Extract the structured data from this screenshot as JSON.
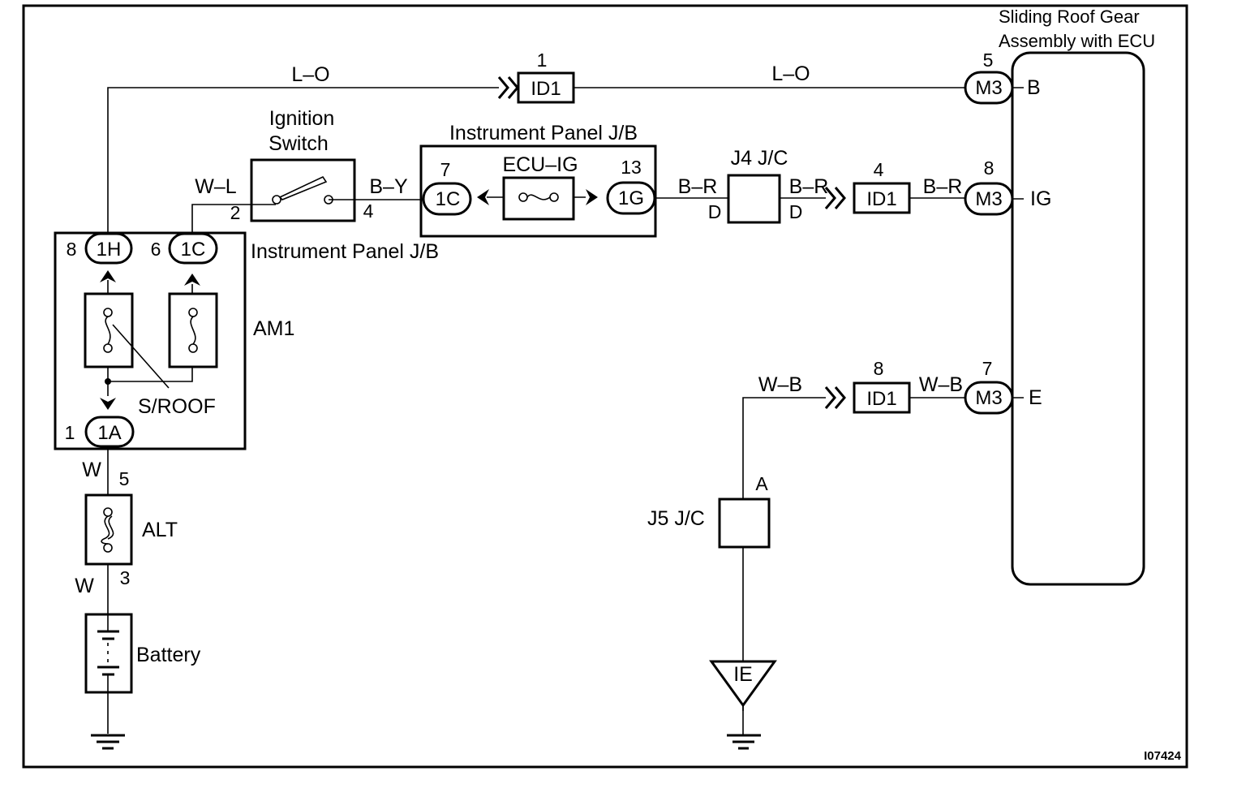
{
  "diagram_id": "I07424",
  "components": {
    "ecu": {
      "title_line1": "Sliding Roof Gear",
      "title_line2": "Assembly with ECU",
      "terminal_b": "B",
      "terminal_ig": "IG",
      "terminal_e": "E"
    },
    "ignition_switch": {
      "line1": "Ignition",
      "line2": "Switch",
      "pin_in": "2",
      "pin_out": "4"
    },
    "ipjb_top": {
      "label": "Instrument Panel J/B",
      "fuse": "ECU–IG",
      "conn_left": "1C",
      "pin_left": "7",
      "conn_right": "1G",
      "pin_right": "13"
    },
    "ipjb_left": {
      "label": "Instrument Panel J/B",
      "conn_1h": "1H",
      "pin_1h": "8",
      "conn_1c": "1C",
      "pin_1c": "6",
      "conn_1a": "1A",
      "pin_1a": "1",
      "fuse_am1": "AM1",
      "fuse_sroof": "S/ROOF"
    },
    "j4": {
      "label": "J4 J/C",
      "pin_in": "D",
      "pin_out": "D"
    },
    "j5": {
      "label": "J5 J/C",
      "pin": "A"
    },
    "alt": {
      "label": "ALT",
      "pin_top": "5",
      "pin_bottom": "3"
    },
    "battery": {
      "label": "Battery"
    },
    "ground_ie": {
      "label": "IE"
    }
  },
  "connectors": {
    "id1_b": {
      "label": "ID1",
      "pin": "1"
    },
    "id1_ig": {
      "label": "ID1",
      "pin": "4"
    },
    "id1_e": {
      "label": "ID1",
      "pin": "8"
    },
    "m3_b": {
      "label": "M3",
      "pin": "5"
    },
    "m3_ig": {
      "label": "M3",
      "pin": "8"
    },
    "m3_e": {
      "label": "M3",
      "pin": "7"
    }
  },
  "wires": {
    "lo_left": "L–O",
    "lo_right": "L–O",
    "wl": "W–L",
    "by": "B–Y",
    "br_1": "B–R",
    "br_2": "B–R",
    "br_3": "B–R",
    "wb_1": "W–B",
    "wb_2": "W–B",
    "w_1": "W",
    "w_2": "W"
  }
}
